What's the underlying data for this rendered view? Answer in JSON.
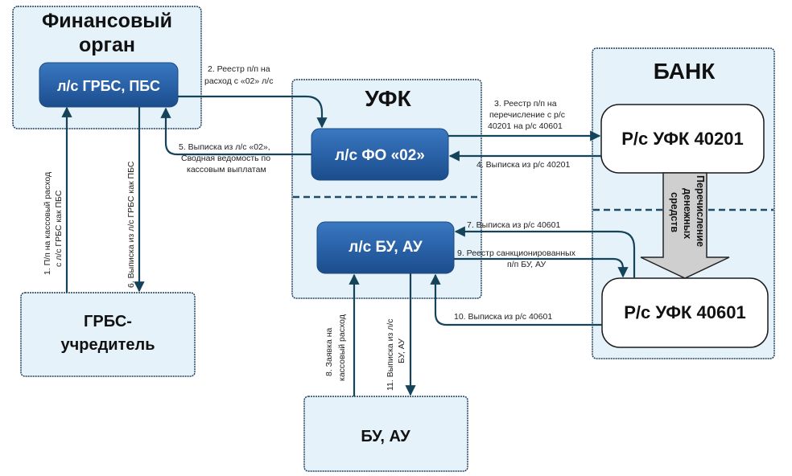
{
  "containers": {
    "fin_organ": {
      "title_line1": "Финансовый",
      "title_line2": "орган"
    },
    "ufk": {
      "title": "УФК"
    },
    "bank": {
      "title": "БАНК"
    }
  },
  "accounts": {
    "grbs_pbs": "л/с ГРБС, ПБС",
    "fo_02": "л/с ФО «02»",
    "bu_au": "л/с БУ, АУ"
  },
  "bank_accounts": {
    "acc_40201": "Р/с УФК 40201",
    "acc_40601": "Р/с УФК 40601"
  },
  "entities": {
    "grbs_founder_line1": "ГРБС-",
    "grbs_founder_line2": "учредитель",
    "bu_au": "БУ, АУ"
  },
  "transfer_arrow": {
    "line1": "Перечисление",
    "line2": "денежных",
    "line3": "средств"
  },
  "flows": {
    "f1": {
      "line1": "1. П/п на кассовый расход",
      "line2": "с л/с ГРБС как ПБС"
    },
    "f2": {
      "line1": "2. Реестр п/п на",
      "line2": "расход с «02» л/с"
    },
    "f3": {
      "line1": "3. Реестр п/п на",
      "line2": "перечисление с р/с",
      "line3": "40201 на р/с 40601"
    },
    "f4": {
      "line1": "4. Выписка из р/с 40201"
    },
    "f5": {
      "line1": "5. Выписка из л/с «02»,",
      "line2": "Сводная ведомость по",
      "line3": "кассовым выплатам"
    },
    "f6": {
      "line1": "6. Выписка из л/с ГРБС как ПБС"
    },
    "f7": {
      "line1": "7. Выписка из р/с 40601"
    },
    "f8": {
      "line1": "8. Заявка на",
      "line2": "кассовый расход"
    },
    "f9": {
      "line1": "9. Реестр санкционированных",
      "line2": "п/п БУ, АУ"
    },
    "f10": {
      "line1": "10. Выписка из р/с 40601"
    },
    "f11": {
      "line1": "11. Выписка из л/с",
      "line2": "БУ, АУ"
    }
  },
  "colors": {
    "account_fill_top": "#2f6db3",
    "account_fill_bottom": "#1c4f8f",
    "container_fill": "#e6f2fa",
    "flow_line": "#14435a"
  }
}
